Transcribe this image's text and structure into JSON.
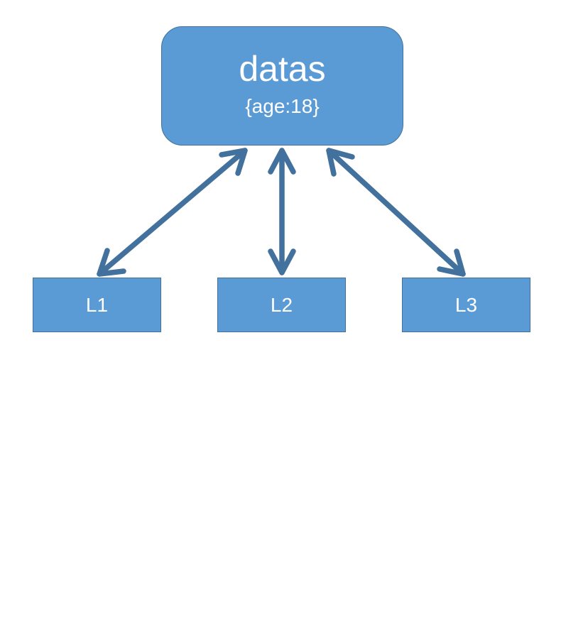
{
  "diagram": {
    "root": {
      "title": "datas",
      "subtitle": "{age:18}"
    },
    "leaves": [
      {
        "id": "l1",
        "label": "L1"
      },
      {
        "id": "l2",
        "label": "L2"
      },
      {
        "id": "l3",
        "label": "L3"
      }
    ],
    "edges": [
      {
        "from": "datas",
        "to": "L1",
        "direction": "bidirectional"
      },
      {
        "from": "datas",
        "to": "L2",
        "direction": "bidirectional"
      },
      {
        "from": "datas",
        "to": "L3",
        "direction": "bidirectional"
      }
    ]
  },
  "colors": {
    "node_fill": "#5b9bd5",
    "node_border": "#41719c",
    "arrow": "#41719c",
    "text": "#ffffff"
  }
}
